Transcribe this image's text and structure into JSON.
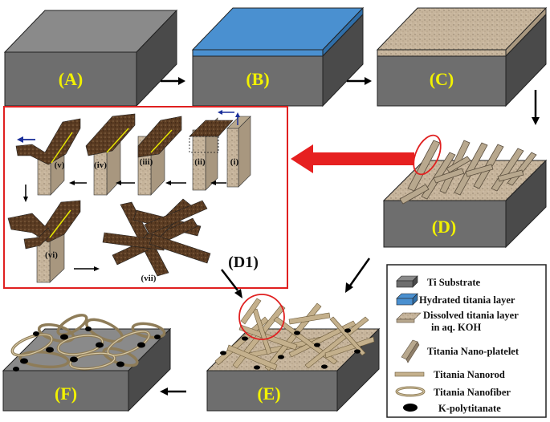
{
  "stages": {
    "A": "(A)",
    "B": "(B)",
    "C": "(C)",
    "D": "(D)",
    "E": "(E)",
    "F": "(F)"
  },
  "inset": {
    "label": "(D1)",
    "steps": [
      "(i)",
      "(ii)",
      "(iii)",
      "(iv)",
      "(v)",
      "(vi)",
      "(vii)"
    ]
  },
  "legend": {
    "ti_substrate": "Ti Substrate",
    "hydrated_layer": "Hydrated titania layer",
    "dissolved_line1": "Dissolved titania layer",
    "dissolved_line2": "in aq. KOH",
    "nano_platelet": "Titania Nano-platelet",
    "nanorod": "Titania Nanorod",
    "nanofiber": "Titania Nanofiber",
    "k_polytitanate": "K-polytitanate"
  },
  "colors": {
    "substrate_front": "#6e6e6e",
    "substrate_top": "#8a8a8a",
    "substrate_side": "#4a4a4a",
    "hydrated_layer": "#4a90d0",
    "dissolved_layer": "#c7b59c",
    "nano_brown": "#5a3b22",
    "label_yellow": "#f2f200",
    "inset_border": "#e02020",
    "big_arrow": "#e62020",
    "legend_border": "#222222"
  }
}
